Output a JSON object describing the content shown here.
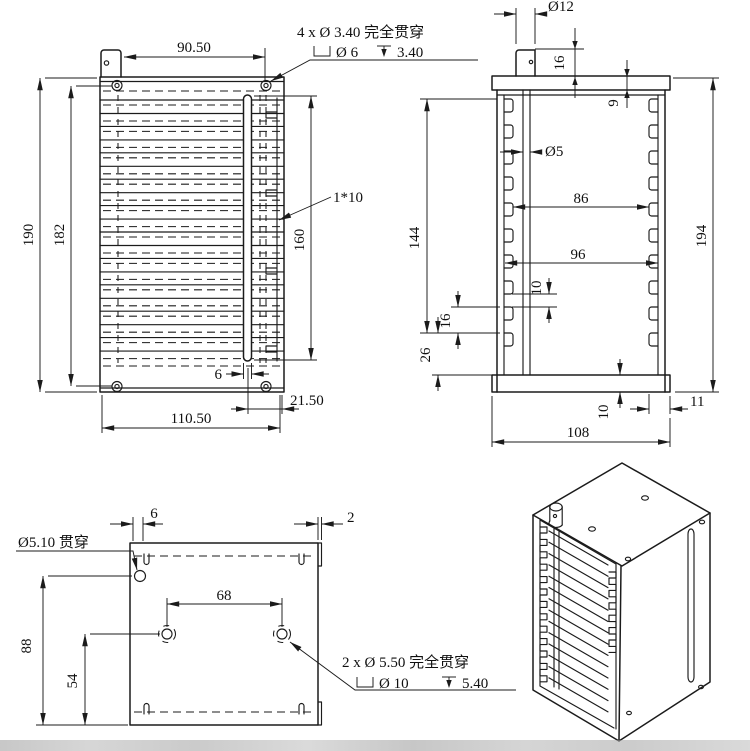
{
  "front": {
    "dim_width_top": "90.50",
    "dim_height_outer": "190",
    "dim_height_inner": "182",
    "dim_slot_length": "160",
    "label_slots": "1*10",
    "dim_slot_width": "6",
    "dim_slot_offset": "21.50",
    "dim_width_bottom": "110.50",
    "note_line1": "4 x Ø 3.40 完全贯穿",
    "note_cbore_dia": "Ø 6",
    "note_cbore_depth": "3.40"
  },
  "side": {
    "dim_boss_dia": "Ø12",
    "dim_boss_height": "16",
    "dim_plate_thickness": "9",
    "dim_rod_dia": "Ø5",
    "dim_inner_width": "86",
    "dim_groove_width": "96",
    "dim_slot_region": "144",
    "dim_pitch": "16",
    "dim_bottom_offset": "26",
    "dim_slot_gap": "10",
    "dim_height": "194",
    "dim_bottom_plate": "10",
    "dim_wall": "11",
    "dim_width": "108"
  },
  "bottom": {
    "note_hole": "Ø5.10 贯穿",
    "dim_tab_offset": "6",
    "dim_lip": "2",
    "dim_hole_spacing": "68",
    "dim_hole_edge": "88",
    "dim_center_edge": "54",
    "note_line1": "2 x Ø 5.50 完全贯穿",
    "note_cbore_dia": "Ø 10",
    "note_cbore_depth": "5.40"
  }
}
